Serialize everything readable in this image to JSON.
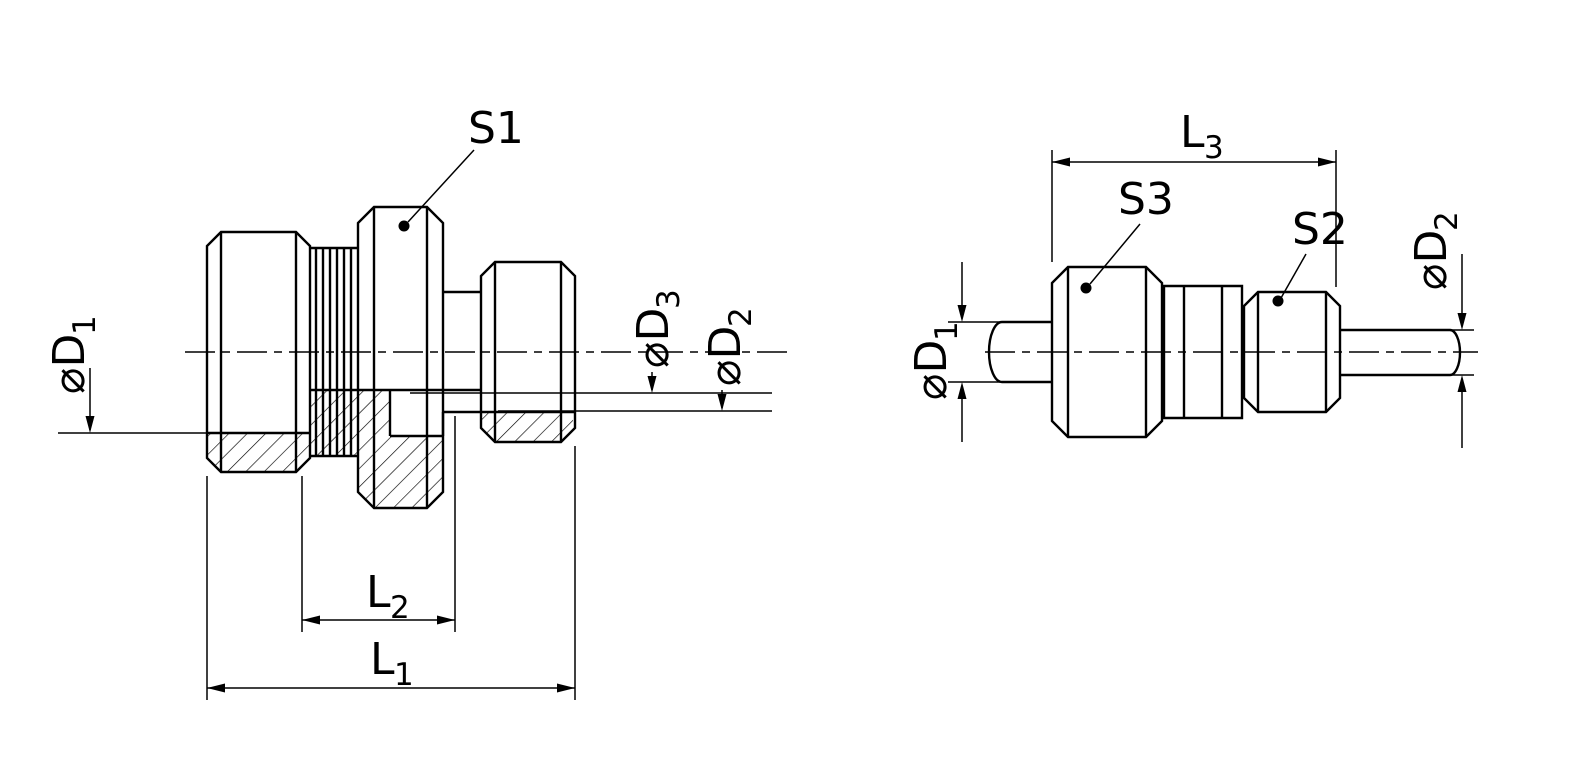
{
  "background": "#ffffff",
  "line_color": "#000000",
  "left_view": {
    "s1": "S1",
    "d1_main": "⌀D",
    "d1_sub": "1",
    "d3_main": "⌀D",
    "d3_sub": "3",
    "d2_main": "⌀D",
    "d2_sub": "2",
    "l2_main": "L",
    "l2_sub": "2",
    "l1_main": "L",
    "l1_sub": "1"
  },
  "right_view": {
    "l3_main": "L",
    "l3_sub": "3",
    "s3": "S3",
    "s2": "S2",
    "d1_main": "⌀D",
    "d1_sub": "1",
    "d2_main": "⌀D",
    "d2_sub": "2"
  }
}
